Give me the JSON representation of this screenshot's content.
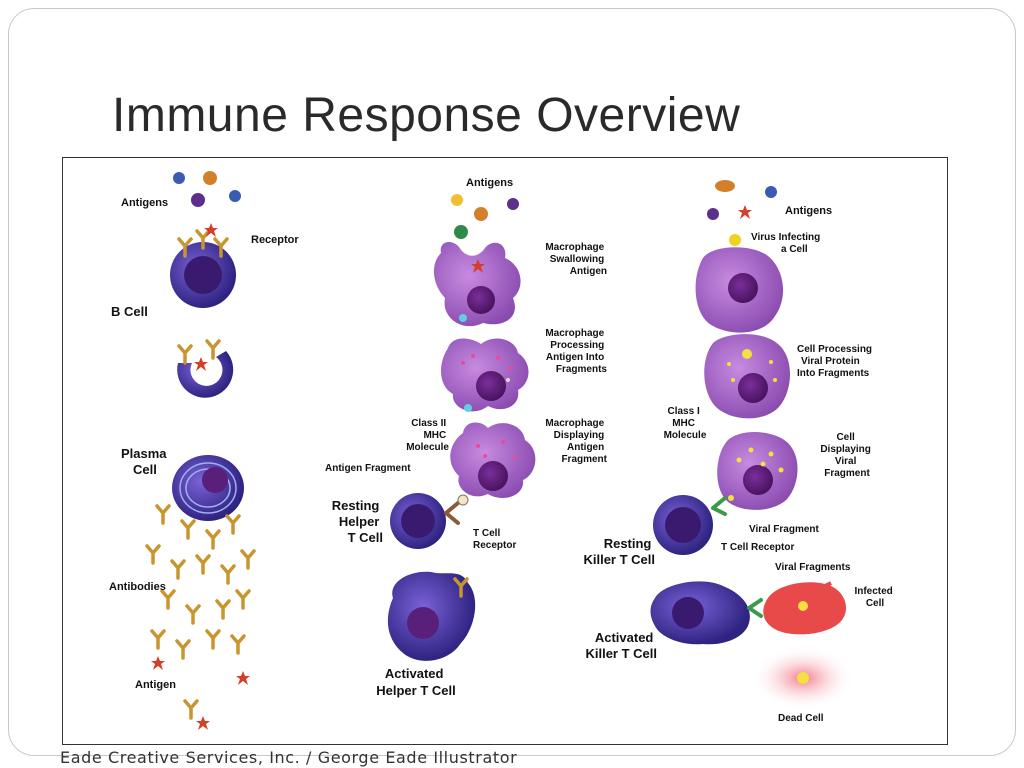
{
  "slide": {
    "title": "Immune Response Overview",
    "credit": "Eade Creative Services, Inc. / George Eade Illustrator"
  },
  "diagram": {
    "left_column": {
      "antigens": "Antigens",
      "receptor": "Receptor",
      "b_cell": "B Cell",
      "plasma_cell": [
        "Plasma",
        "Cell"
      ],
      "antibodies": "Antibodies",
      "antigen": "Antigen"
    },
    "middle_column": {
      "antigens": "Antigens",
      "swallowing": [
        "Macrophage",
        "Swallowing",
        "Antigen"
      ],
      "processing": [
        "Macrophage",
        "Processing",
        "Antigen Into",
        "Fragments"
      ],
      "class_ii": [
        "Class II",
        "MHC",
        "Molecule"
      ],
      "displaying": [
        "Macrophage",
        "Displaying",
        "Antigen",
        "Fragment"
      ],
      "antigen_fragment": "Antigen Fragment",
      "resting_helper": [
        "Resting",
        "Helper",
        "T Cell"
      ],
      "t_cell_receptor": [
        "T Cell",
        "Receptor"
      ],
      "activated_helper": [
        "Activated",
        "Helper T Cell"
      ]
    },
    "right_column": {
      "antigens": "Antigens",
      "virus_infecting": [
        "Virus Infecting",
        "a Cell"
      ],
      "cell_processing": [
        "Cell Processing",
        "Viral Protein",
        "Into Fragments"
      ],
      "class_i": [
        "Class I",
        "MHC",
        "Molecule"
      ],
      "cell_displaying": [
        "Cell",
        "Displaying",
        "Viral",
        "Fragment"
      ],
      "viral_fragment": "Viral Fragment",
      "t_cell_receptor": "T Cell Receptor",
      "resting_killer": [
        "Resting",
        "Killer T Cell"
      ],
      "viral_fragments": "Viral Fragments",
      "infected_cell": [
        "Infected",
        "Cell"
      ],
      "activated_killer": [
        "Activated",
        "Killer T Cell"
      ],
      "dead_cell": "Dead Cell"
    },
    "colors": {
      "cell_purple": "#9b5fc0",
      "nucleus_purple": "#5a1f7a",
      "b_cell_blue": "#4b3a9e",
      "antibody_gold": "#c8952e",
      "antigen_red": "#d2402a",
      "infected_red": "#e84a4a",
      "fragment_yellow": "#f4e040"
    }
  }
}
